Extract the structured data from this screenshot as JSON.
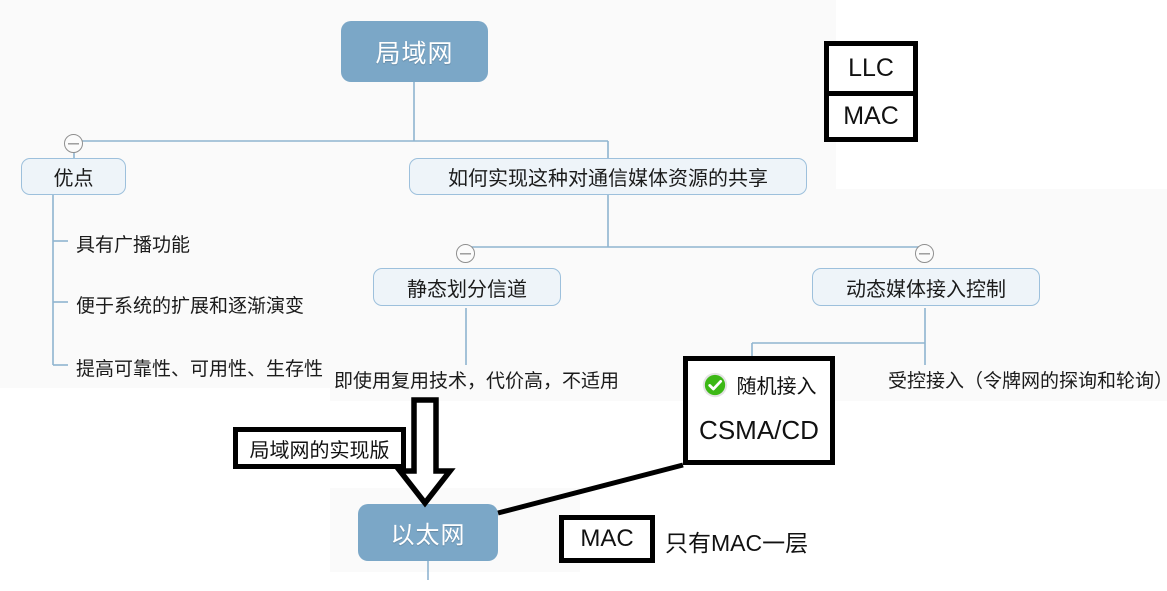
{
  "diagram": {
    "title_node": "局域网",
    "root": {
      "label": "局域网"
    },
    "nodes": {
      "advantages": "优点",
      "question": "如何实现这种对通信媒体资源的共享",
      "static_channel": "静态划分信道",
      "dynamic_access": "动态媒体接入控制",
      "ethernet": "以太网"
    },
    "leaves": {
      "adv1": "具有广播功能",
      "adv2": "便于系统的扩展和逐渐演变",
      "adv3": "提高可靠性、可用性、生存性",
      "static_note": "即使用复用技术，代价高，不适用",
      "controlled_access": "受控接入（令牌网的探询和轮询）"
    },
    "annotations": {
      "llc": "LLC",
      "mac": "MAC",
      "lan_impl_version": "局域网的实现版",
      "mac_box": "MAC",
      "mac_only_note": "只有MAC一层"
    },
    "csma": {
      "tag": "随机接入",
      "name": "CSMA/CD",
      "status_icon": "green-check-icon"
    },
    "colors": {
      "root_fill": "#7ba7c7",
      "branch_fill": "#eef4f9",
      "branch_border": "#9dc0dc",
      "link": "#8fb4d0",
      "panel": "#fafafa",
      "annotation_border": "#000000",
      "check_green": "#3cb815"
    }
  }
}
